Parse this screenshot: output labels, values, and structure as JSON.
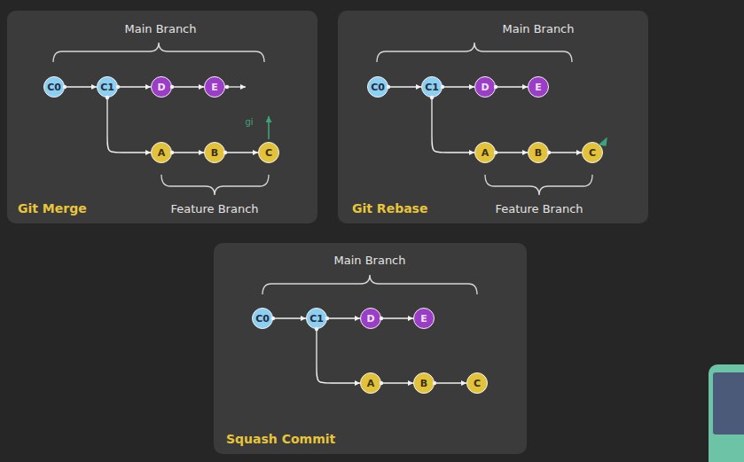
{
  "diagram": {
    "nodes": [
      {
        "text": [
          "Git Merge"
        ]
      },
      {
        "text": [
          "C0"
        ],
        "in": 0
      },
      {
        "text": [
          "C1"
        ],
        "in": 0
      },
      {
        "text": [
          "D"
        ],
        "in": 0
      },
      {
        "text": [
          "E"
        ],
        "in": 0
      },
      {
        "text": [
          "A"
        ],
        "in": 0
      },
      {
        "text": [
          "B"
        ],
        "in": 0
      },
      {
        "text": [
          "C"
        ],
        "in": 0
      },
      {
        "text": [
          "Git Rebase"
        ]
      },
      {
        "text": [
          "C0"
        ],
        "in": 8
      },
      {
        "text": [
          "C1"
        ],
        "in": 8
      },
      {
        "text": [
          "D"
        ],
        "in": 8
      },
      {
        "text": [
          "E"
        ],
        "in": 8
      },
      {
        "text": [
          "A"
        ],
        "in": 8
      },
      {
        "text": [
          "B"
        ],
        "in": 8
      },
      {
        "text": [
          "C"
        ],
        "in": 8
      },
      {
        "text": [
          "Squash Commit"
        ]
      },
      {
        "text": [
          "C0"
        ],
        "in": 16
      },
      {
        "text": [
          "C1"
        ],
        "in": 16
      },
      {
        "text": [
          "D"
        ],
        "in": 16
      },
      {
        "text": [
          "E"
        ],
        "in": 16
      },
      {
        "text": [
          "A"
        ],
        "in": 16
      },
      {
        "text": [
          "B"
        ],
        "in": 16
      },
      {
        "text": [
          "C"
        ],
        "in": 16
      }
    ],
    "edges": [
      {
        "from": 1,
        "to": 2,
        "arrow": "to"
      },
      {
        "from": 2,
        "to": 3,
        "arrow": "to"
      },
      {
        "from": 3,
        "to": 4,
        "arrow": "to"
      },
      {
        "from": 2,
        "to": 5,
        "arrow": "to"
      },
      {
        "from": 5,
        "to": 6,
        "arrow": "to"
      },
      {
        "from": 6,
        "to": 7,
        "arrow": "to"
      },
      {
        "from": 9,
        "to": 10,
        "arrow": "to"
      },
      {
        "from": 10,
        "to": 11,
        "arrow": "to"
      },
      {
        "from": 11,
        "to": 12,
        "arrow": "to"
      },
      {
        "from": 10,
        "to": 13,
        "arrow": "to"
      },
      {
        "from": 13,
        "to": 14,
        "arrow": "to"
      },
      {
        "from": 14,
        "to": 15,
        "arrow": "to"
      },
      {
        "from": 17,
        "to": 18,
        "arrow": "to"
      },
      {
        "from": 18,
        "to": 19,
        "arrow": "to"
      },
      {
        "from": 19,
        "to": 20,
        "arrow": "to"
      },
      {
        "from": 18,
        "to": 21,
        "arrow": "to"
      },
      {
        "from": 21,
        "to": 22,
        "arrow": "to"
      },
      {
        "from": 22,
        "to": 23,
        "arrow": "to"
      }
    ],
    "labels": [
      "Main Branch",
      "Feature Branch",
      "gi",
      "Main Branch",
      "Feature Branch",
      "Main Branch"
    ]
  }
}
